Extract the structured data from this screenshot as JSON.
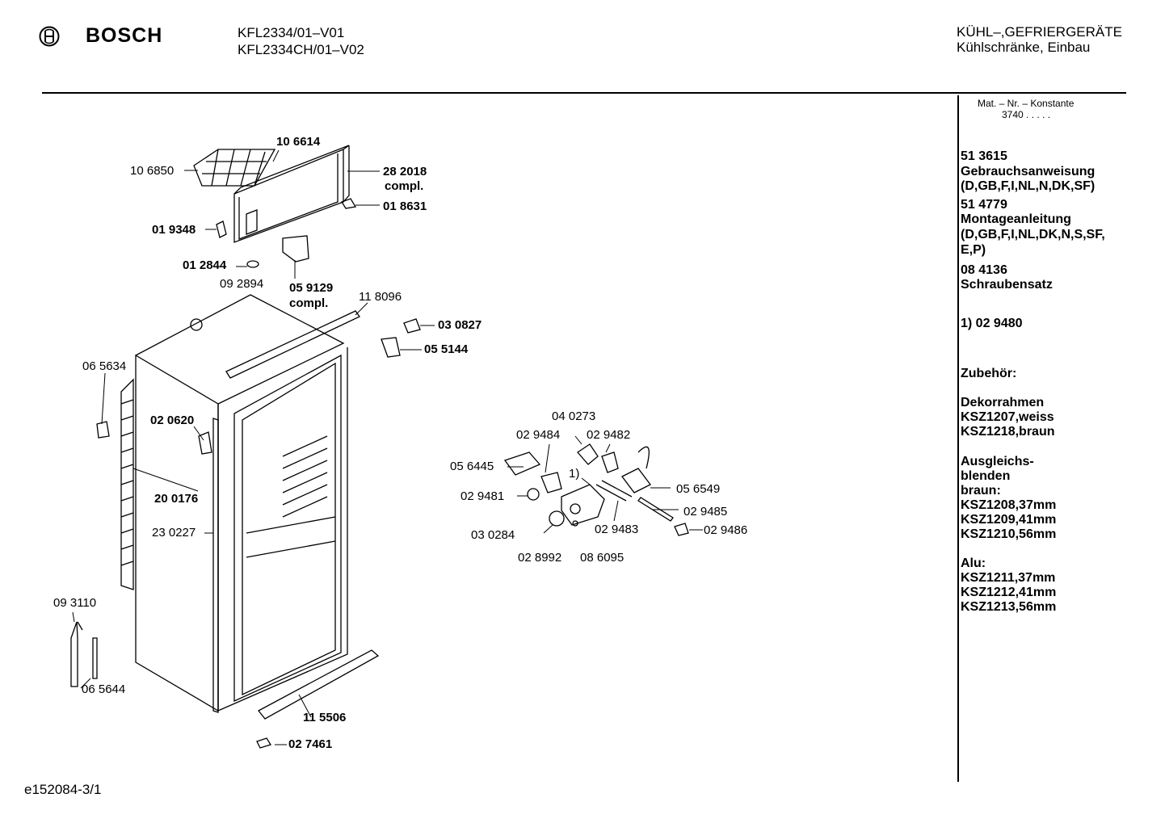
{
  "header": {
    "brand": "BOSCH",
    "models": [
      "KFL2334/01–V01",
      "KFL2334CH/01–V02"
    ],
    "category": "KÜHL–,GEFRIERGERÄTE",
    "subcategory": "Kühlschränke, Einbau"
  },
  "sidebar": {
    "constant_label": "Mat. – Nr. – Konstante",
    "constant_value": "3740  .  .  .  .  .",
    "items": [
      {
        "number": "51 3615",
        "text": "Gebrauchsanweisung",
        "detail": "(D,GB,F,I,NL,N,DK,SF)"
      },
      {
        "number": "51 4779",
        "text": "Montageanleitung",
        "detail": "(D,GB,F,I,NL,DK,N,S,SF,",
        "detail2": "E,P)"
      },
      {
        "number": "08 4136",
        "text": "Schraubensatz"
      }
    ],
    "footnote": "1)  02 9480",
    "accessories_title": "Zubehör:",
    "decor_title": "Dekorrahmen",
    "decor_items": [
      "KSZ1207,weiss",
      "KSZ1218,braun"
    ],
    "balance_title_1": "Ausgleichs-",
    "balance_title_2": "blenden",
    "balance_sub": "braun:",
    "balance_items": [
      "KSZ1208,37mm",
      "KSZ1209,41mm",
      "KSZ1210,56mm"
    ],
    "alu_title": "Alu:",
    "alu_items": [
      "KSZ1211,37mm",
      "KSZ1212,41mm",
      "KSZ1213,56mm"
    ]
  },
  "parts": {
    "p106614": "10 6614",
    "p106850": "10 6850",
    "p282018": "28 2018",
    "compl1": "compl.",
    "p018631": "01 8631",
    "p019348": "01 9348",
    "p012844": "01 2844",
    "p092894": "09 2894",
    "p059129": "05 9129",
    "compl2": "compl.",
    "p118096": "11 8096",
    "p030827": "03 0827",
    "p055144": "05 5144",
    "p065634": "06 5634",
    "p020620": "02 0620",
    "p200176": "20 0176",
    "p230227": "23 0227",
    "p093110": "09 3110",
    "p065644": "06 5644",
    "p115506": "11 5506",
    "p027461": "02 7461",
    "p040273": "04 0273",
    "p029484": "02 9484",
    "p029482": "02 9482",
    "p056445": "05 6445",
    "fn1": "1)",
    "p029481": "02 9481",
    "p056549": "05 6549",
    "p029485": "02 9485",
    "p029483": "02 9483",
    "p029486": "02 9486",
    "p030284": "03 0284",
    "p028992": "02 8992",
    "p086095": "08 6095"
  },
  "footer": {
    "code": "e152084-3/1"
  }
}
